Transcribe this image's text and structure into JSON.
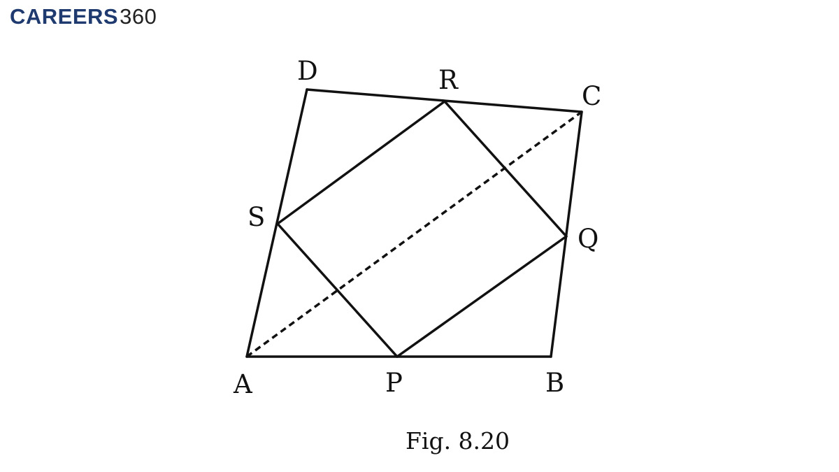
{
  "logo": {
    "main": "CAREERS",
    "number": "360",
    "main_color": "#1f3a6e",
    "number_color": "#222222"
  },
  "figure": {
    "caption": "Fig. 8.20",
    "vertices": {
      "A": "A",
      "B": "B",
      "C": "C",
      "D": "D",
      "P": "P",
      "Q": "Q",
      "R": "R",
      "S": "S"
    },
    "line_color": "#111111",
    "diagonal_style": "dashed"
  }
}
